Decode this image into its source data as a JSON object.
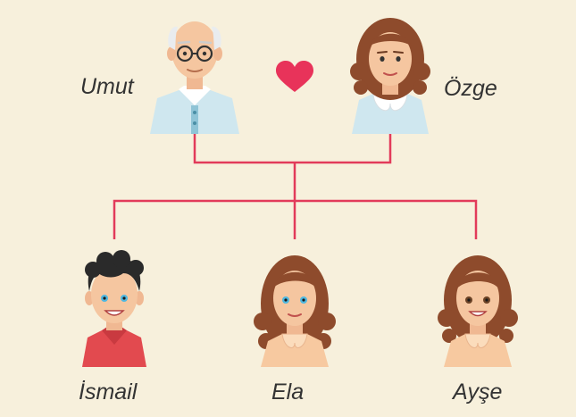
{
  "family": {
    "parents": [
      {
        "name": "Umut",
        "icon": "grandfather-avatar-icon"
      },
      {
        "name": "Özge",
        "icon": "grandmother-avatar-icon"
      }
    ],
    "relation_icon": "heart-icon",
    "children": [
      {
        "name": "İsmail",
        "icon": "boy-avatar-icon"
      },
      {
        "name": "Ela",
        "icon": "girl-avatar-icon"
      },
      {
        "name": "Ayşe",
        "icon": "girl-avatar-icon"
      }
    ]
  },
  "colors": {
    "background": "#f7f0dc",
    "connector": "#e23b5a",
    "heart": "#e8335a",
    "skin": "#f5c6a0",
    "hair_brown": "#8e4b2c",
    "hair_black": "#2a2a2a"
  }
}
